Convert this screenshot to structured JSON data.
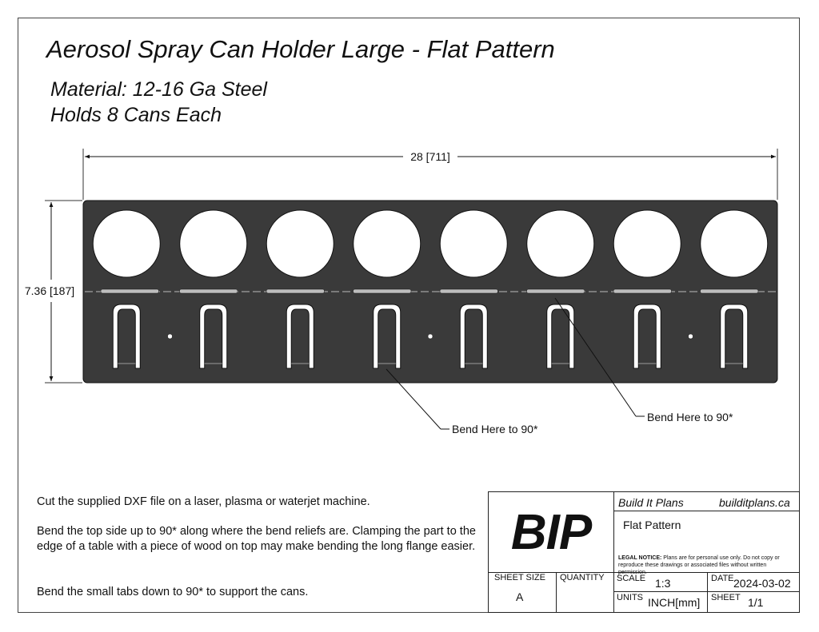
{
  "title": "Aerosol Spray Can Holder Large - Flat Pattern",
  "material": "Material: 12-16 Ga Steel",
  "capacity": "Holds 8 Cans Each",
  "dimensions": {
    "width": "28 [711]",
    "height": "7.36 [187]"
  },
  "callouts": {
    "bend_left": "Bend Here to 90*",
    "bend_right": "Bend Here to 90*"
  },
  "notes": [
    "Cut the supplied DXF file on a laser, plasma or waterjet machine.",
    "Bend the top side up to 90* along where the bend reliefs are. Clamping the part to the edge of a table with a piece of wood on top may make bending the long flange easier.",
    "Bend the small tabs down to 90* to support the cans."
  ],
  "part": {
    "hole_count": 8,
    "tab_count": 8,
    "mount_hole_count": 3,
    "plate_color": "#3a3a3a",
    "cutout_color": "#ffffff"
  },
  "title_block": {
    "logo": "BIP",
    "company": "Build It Plans",
    "website": "builditplans.ca",
    "drawing_title": "Flat Pattern",
    "legal_label": "LEGAL NOTICE:",
    "legal_text": "Plans are for personal use only. Do not copy or reproduce these drawings or associated files without written permission.",
    "sheet_size_label": "SHEET SIZE",
    "sheet_size": "A",
    "quantity_label": "QUANTITY",
    "quantity": "",
    "scale_label": "SCALE",
    "scale": "1:3",
    "date_label": "DATE",
    "date": "2024-03-02",
    "units_label": "UNITS",
    "units": "INCH[mm]",
    "sheet_label": "SHEET",
    "sheet": "1/1"
  }
}
